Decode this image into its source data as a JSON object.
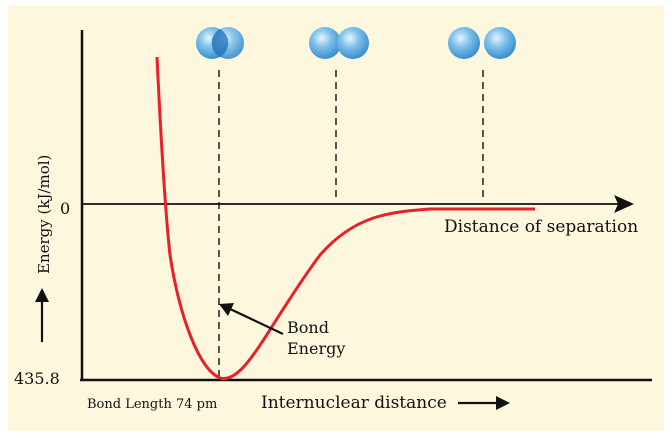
{
  "chart_data": {
    "type": "line",
    "xlabel": "Internuclear distance",
    "ylabel": "Energy (kJ/mol)",
    "x_axis_label_top": "Distance of separation",
    "y_ticks": [
      "0",
      "435.8"
    ],
    "annotations": {
      "bond_length": "Bond Length 74 pm",
      "bond_energy_line1": "Bond",
      "bond_energy_line2": "Energy"
    },
    "curve_color": "#e8202a",
    "background": "#fdf7dd",
    "atom_color": "#6fb3e3"
  }
}
